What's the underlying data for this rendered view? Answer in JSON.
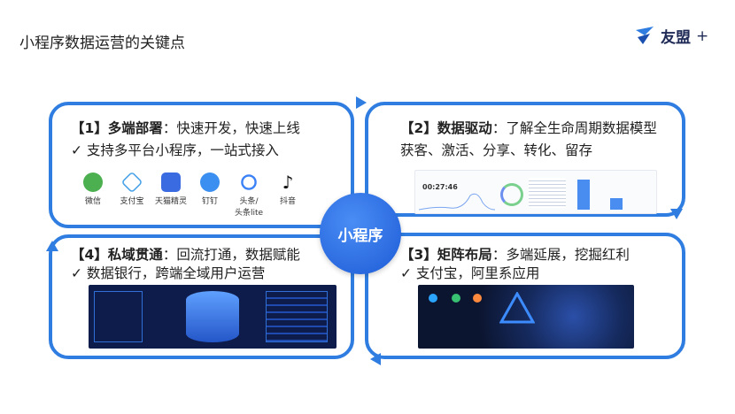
{
  "header": {
    "title": "小程序数据运营的关键点",
    "logo_text": "友盟",
    "logo_plus": "+"
  },
  "center": {
    "label": "小程序"
  },
  "cards": [
    {
      "heading_num": "【1】",
      "heading_key": "多端部署",
      "heading_rest": "：快速开发，快速上线",
      "line": "✓  支持多平台小程序，一站式接入",
      "platforms": [
        {
          "label": "微信",
          "color": "#4caf50"
        },
        {
          "label": "支付宝",
          "color": "#4aa3e8"
        },
        {
          "label": "天猫精灵",
          "color": "#3a6be0"
        },
        {
          "label": "钉钉",
          "color": "#3b8ff0"
        },
        {
          "label": "头条/\n头条lite",
          "color": "#3b82f6"
        },
        {
          "label": "抖音",
          "color": "#111111"
        }
      ]
    },
    {
      "heading_num": "【2】",
      "heading_key": "数据驱动",
      "heading_rest": "：了解全生命周期数据模型",
      "line": "获客、激活、分享、转化、留存",
      "screenshot_value": "00:27:46"
    },
    {
      "heading_num": "【3】",
      "heading_key": "矩阵布局",
      "heading_rest": "：多端延展，挖掘红利",
      "line": "✓  支付宝，阿里系应用"
    },
    {
      "heading_num": "【4】",
      "heading_key": "私域贯通",
      "heading_rest": "：回流打通，数据赋能",
      "line": "✓  数据银行，跨端全域用户运营"
    }
  ],
  "colors": {
    "accent": "#2f7de1"
  }
}
